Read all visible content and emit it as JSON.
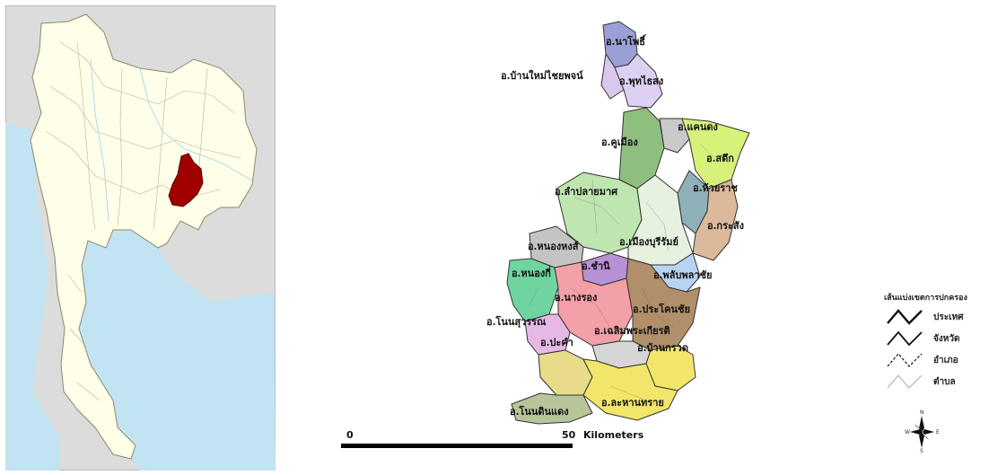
{
  "districts": [
    {
      "id": "nang-rong",
      "label": "อ.นางรอง",
      "color": "#f4a0a8"
    },
    {
      "id": "khu-mueang",
      "label": "อ.คูเมือง",
      "color": "#8fbf7f"
    },
    {
      "id": "lam-plai-mat",
      "label": "อ.ลำปลายมาศ",
      "color": "#bfe6b0"
    },
    {
      "id": "mueang",
      "label": "อ.เมืองบุรีรัมย์",
      "color": "#e6f2df"
    },
    {
      "id": "satuek",
      "label": "อ.สตึก",
      "color": "#d6f27a"
    },
    {
      "id": "khaen-dong",
      "label": "อ.แคนดง",
      "color": "#c9c9c9"
    },
    {
      "id": "ban-mai-chaiyaphot",
      "label": "อ.บ้านใหม่ไชยพจน์",
      "color": "#d9c8ee"
    },
    {
      "id": "na-pho",
      "label": "อ.นาโพธิ์",
      "color": "#9aa0d6"
    },
    {
      "id": "phutthaisong",
      "label": "อ.พุทไธสง",
      "color": "#ddd0f2"
    },
    {
      "id": "huai-rat",
      "label": "อ.ห้วยราช",
      "color": "#8fb0b8"
    },
    {
      "id": "krasang",
      "label": "อ.กระสัง",
      "color": "#dcb99a"
    },
    {
      "id": "phlapphla-chai",
      "label": "อ.พลับพลาชัย",
      "color": "#b8d4f2"
    },
    {
      "id": "prakhon-chai",
      "label": "อ.ประโคนชัย",
      "color": "#b08f6a"
    },
    {
      "id": "nong-hong",
      "label": "อ.หนองหงส์",
      "color": "#c4c4c4"
    },
    {
      "id": "nong-ki",
      "label": "อ.หนองกี่",
      "color": "#6fd4a0"
    },
    {
      "id": "chamni",
      "label": "อ.ชำนิ",
      "color": "#b890d6"
    },
    {
      "id": "non-suwan",
      "label": "อ.โนนสุวรรณ",
      "color": "#e6b8e6"
    },
    {
      "id": "chaloem-phra-kiat",
      "label": "อ.เฉลิมพระเกียรติ",
      "color": "#d6d6d6"
    },
    {
      "id": "pakham",
      "label": "อ.ปะคำ",
      "color": "#e8dc8a"
    },
    {
      "id": "ban-kruat",
      "label": "อ.บ้านกรวด",
      "color": "#f2e66a"
    },
    {
      "id": "lahan-sai",
      "label": "อ.ละหานทราย",
      "color": "#f2e66a"
    },
    {
      "id": "non-din-daeng",
      "label": "อ.โนนดินแดง",
      "color": "#b8c49a"
    }
  ],
  "scale": {
    "start": "0",
    "end": "50",
    "unit": "Kilometers"
  },
  "legend": {
    "title": "เส้นแบ่งเขตการปกครอง",
    "items": [
      {
        "label": "ประเทศ",
        "style": "country"
      },
      {
        "label": "จังหวัด",
        "style": "province"
      },
      {
        "label": "อำเภอ",
        "style": "district"
      },
      {
        "label": "ตำบล",
        "style": "subdistrict"
      }
    ]
  },
  "compass": {
    "n": "N",
    "s": "S",
    "e": "E",
    "w": "W"
  },
  "colors": {
    "thailand_fill": "#fefee9",
    "neighbor_fill": "#dcdcdc",
    "sea": "#c2e3f2",
    "highlight": "#a10000"
  }
}
